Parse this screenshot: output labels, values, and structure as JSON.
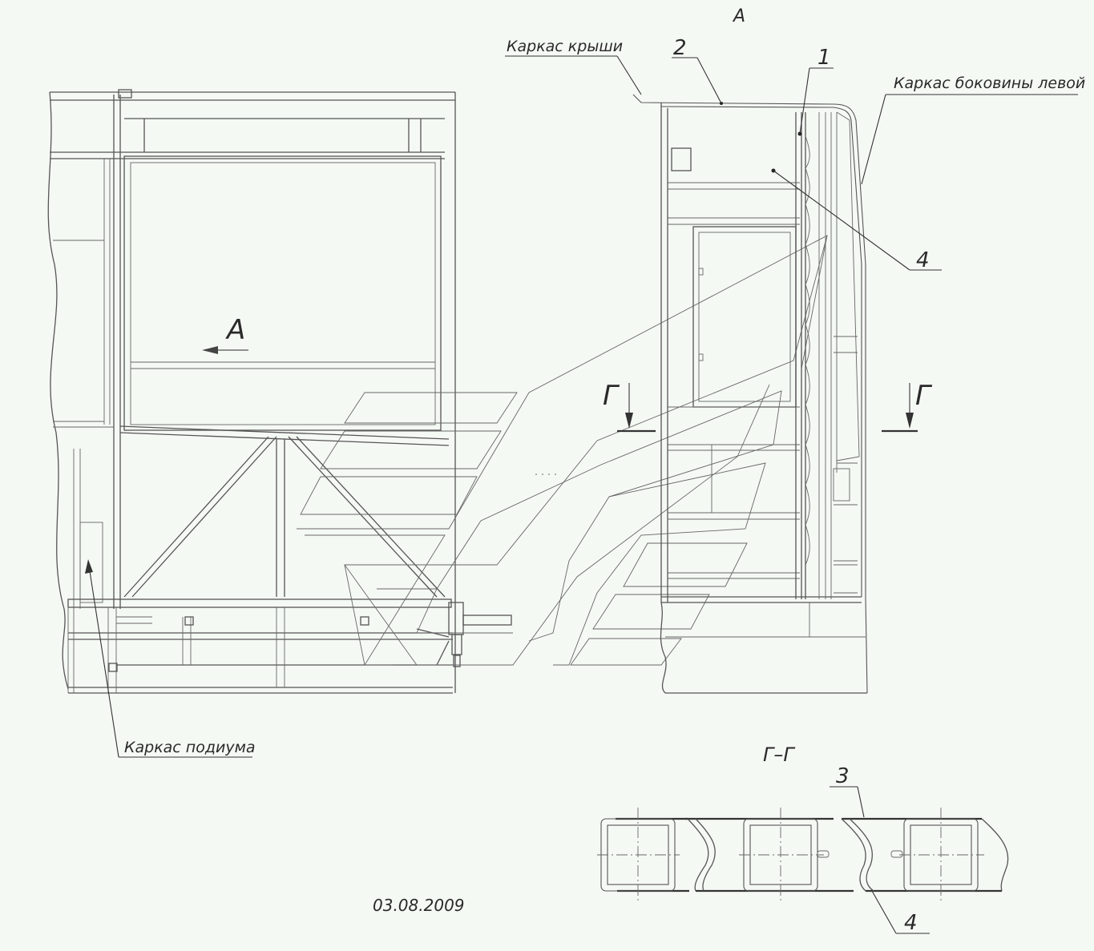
{
  "view_label": "А",
  "labels": {
    "roof_frame": "Каркас крыши",
    "left_side_frame": "Каркас боковины левой",
    "podium_frame": "Каркас подиума",
    "section_title": "Г–Г",
    "section_mark": "Г",
    "arrow_a": "А",
    "date": "03.08.2009"
  },
  "positions": {
    "p1": "1",
    "p2": "2",
    "p3": "3",
    "p4_top": "4",
    "p4_bottom": "4"
  },
  "colors": {
    "background": "#f5f9f4",
    "line": "#555555",
    "text": "#2a2a2a"
  }
}
